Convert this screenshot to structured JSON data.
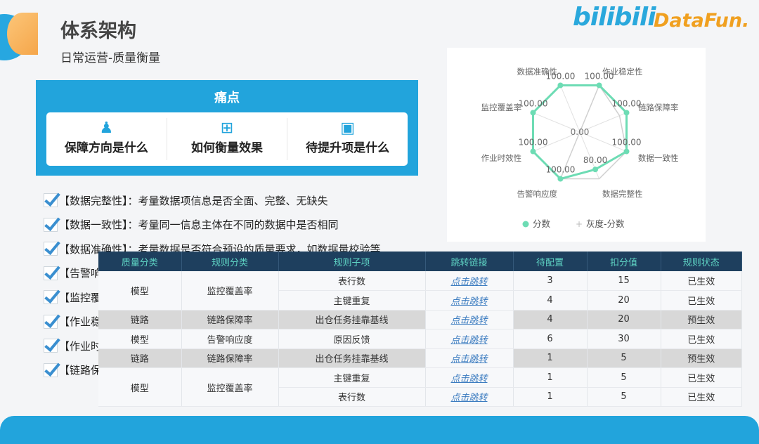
{
  "header": {
    "title": "体系架构",
    "subtitle": "日常运营-质量衡量",
    "logo_bilibili": "bilibili",
    "logo_datafun": "DataFun."
  },
  "pain": {
    "title": "痛点",
    "items": [
      {
        "label": "保障方向是什么",
        "icon": "people-pyramid-icon"
      },
      {
        "label": "如何衡量效果",
        "icon": "flowchart-icon"
      },
      {
        "label": "待提升项是什么",
        "icon": "presentation-icon"
      }
    ]
  },
  "checklist": [
    "【数据完整性】：考量数据项信息是否全面、完整、无缺失",
    "【数据一致性】：考量同一信息主体在不同的数据中是否相同",
    "【数据准确性】：考量数据是否符合预设的质量要求，如数据量校验等",
    "【告警响",
    "【监控覆",
    "【作业稳",
    "【作业时",
    "【链路保"
  ],
  "table": {
    "headers": [
      "质量分类",
      "规则分类",
      "规则子项",
      "跳转链接",
      "待配置",
      "扣分值",
      "规则状态"
    ],
    "rows": [
      {
        "quality": "模型",
        "rule": "监控覆盖率",
        "sub": "表行数",
        "link": "点击跳转",
        "pending": "3",
        "deduct": "15",
        "status": "已生效"
      },
      {
        "quality": "模型",
        "rule": "监控覆盖率",
        "sub": "主键重复",
        "link": "点击跳转",
        "pending": "4",
        "deduct": "20",
        "status": "已生效"
      },
      {
        "quality": "链路",
        "rule": "链路保障率",
        "sub": "出仓任务挂靠基线",
        "link": "点击跳转",
        "pending": "4",
        "deduct": "20",
        "status": "预生效"
      },
      {
        "quality": "模型",
        "rule": "告警响应度",
        "sub": "原因反馈",
        "link": "点击跳转",
        "pending": "6",
        "deduct": "30",
        "status": "已生效"
      },
      {
        "quality": "链路",
        "rule": "链路保障率",
        "sub": "出仓任务挂靠基线",
        "link": "点击跳转",
        "pending": "1",
        "deduct": "5",
        "status": "预生效"
      },
      {
        "quality": "模型",
        "rule": "监控覆盖率",
        "sub": "主键重复",
        "link": "点击跳转",
        "pending": "1",
        "deduct": "5",
        "status": "已生效"
      },
      {
        "quality": "模型",
        "rule": "监控覆盖率",
        "sub": "表行数",
        "link": "点击跳转",
        "pending": "1",
        "deduct": "5",
        "status": "已生效"
      }
    ]
  },
  "chart_data": {
    "type": "radar",
    "axes": [
      "作业稳定性",
      "链路保障率",
      "数据一致性",
      "数据完整性",
      "告警响应度",
      "作业时效性",
      "监控覆盖率",
      "数据准确性"
    ],
    "range": [
      0,
      100
    ],
    "center_label": "0.00",
    "series": [
      {
        "name": "分数",
        "values": [
          100,
          100,
          100,
          80,
          100,
          100,
          100,
          100
        ],
        "color": "#6ddcb4"
      },
      {
        "name": "灰度-分数",
        "values": [
          100,
          85,
          100,
          100,
          100,
          0,
          0,
          0
        ],
        "color": "#d0d0d0"
      }
    ],
    "legend": "bottom"
  }
}
